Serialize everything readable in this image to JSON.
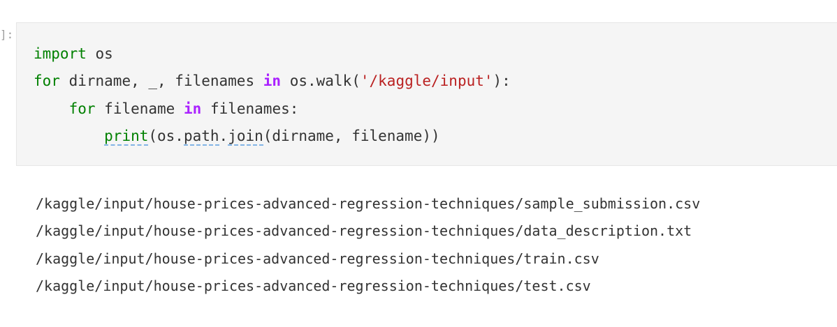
{
  "prompt_label": "]:",
  "code": {
    "line1": {
      "keyword": "import",
      "module": "os"
    },
    "line2": {
      "keyword": "for",
      "vars": "dirname, _, filenames",
      "op": "in",
      "call": "os.walk(",
      "string": "'/kaggle/input'",
      "tail": "):"
    },
    "line3": {
      "indent": "    ",
      "keyword": "for",
      "var": "filename",
      "op": "in",
      "tail": "filenames:"
    },
    "line4": {
      "indent": "        ",
      "func": "print",
      "p1": "(os.",
      "attr": "path",
      "dot": ".",
      "method": "join",
      "args": "(dirname, filename))"
    }
  },
  "output": {
    "lines": [
      "/kaggle/input/house-prices-advanced-regression-techniques/sample_submission.csv",
      "/kaggle/input/house-prices-advanced-regression-techniques/data_description.txt",
      "/kaggle/input/house-prices-advanced-regression-techniques/train.csv",
      "/kaggle/input/house-prices-advanced-regression-techniques/test.csv"
    ]
  }
}
